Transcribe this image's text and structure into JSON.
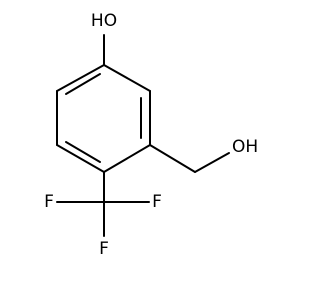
{
  "molecule": {
    "atoms": {
      "phenol_oh": "HO",
      "hydroxymethyl_oh": "OH",
      "fluorine_top_left": "F",
      "fluorine_top_right": "F",
      "fluorine_bottom": "F"
    }
  }
}
